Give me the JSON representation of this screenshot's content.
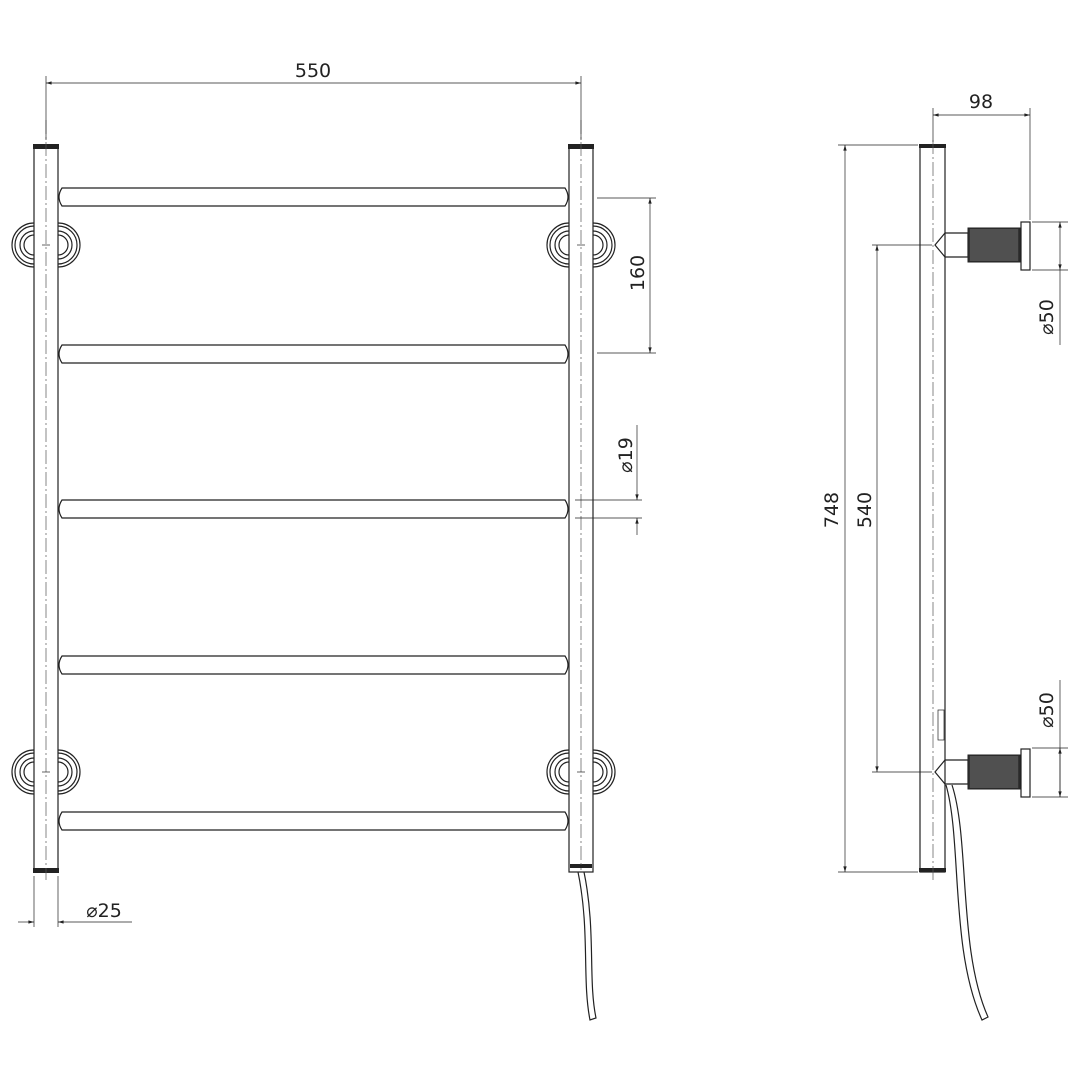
{
  "dimensions": {
    "overall_width": "550",
    "bar_spacing": "160",
    "bar_diameter": "⌀19",
    "rail_diameter": "⌀25",
    "depth": "98",
    "overall_height": "748",
    "bracket_centres": "540",
    "bracket_diameter_top": "⌀50",
    "bracket_diameter_bottom": "⌀50"
  },
  "colors": {
    "line": "#222222",
    "background": "#ffffff"
  }
}
